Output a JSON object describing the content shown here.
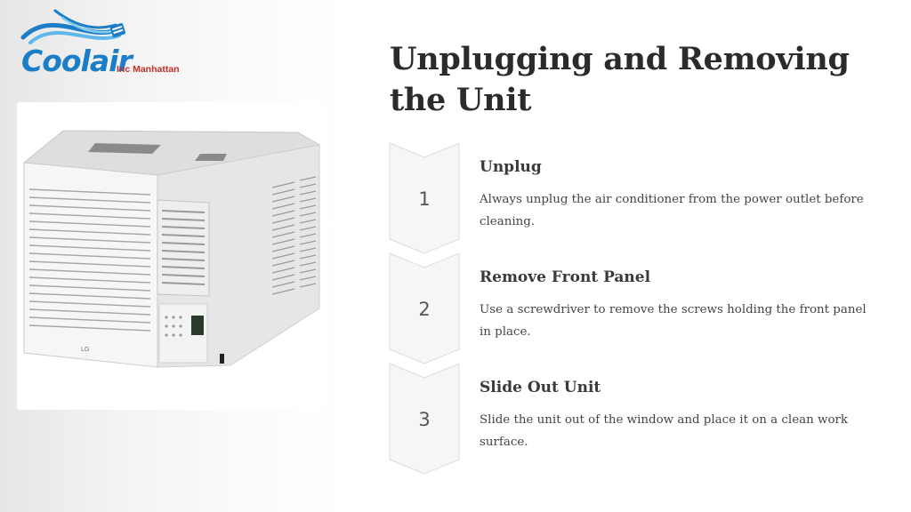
{
  "brand": {
    "logo_word": "Coolair",
    "logo_sub": "Inc Manhattan",
    "primary_color": "#1d7ec8",
    "accent_color": "#c0302b"
  },
  "product_image": {
    "brand_label": "LG",
    "icon": "window-air-conditioner-icon"
  },
  "title": "Unplugging and Removing the Unit",
  "steps": [
    {
      "number": "1",
      "heading": "Unplug",
      "description": "Always unplug the air conditioner from the power outlet before cleaning."
    },
    {
      "number": "2",
      "heading": "Remove Front Panel",
      "description": "Use a screwdriver to remove the screws holding the front panel in place."
    },
    {
      "number": "3",
      "heading": "Slide Out Unit",
      "description": "Slide the unit out of the window and place it on a clean work surface."
    }
  ]
}
